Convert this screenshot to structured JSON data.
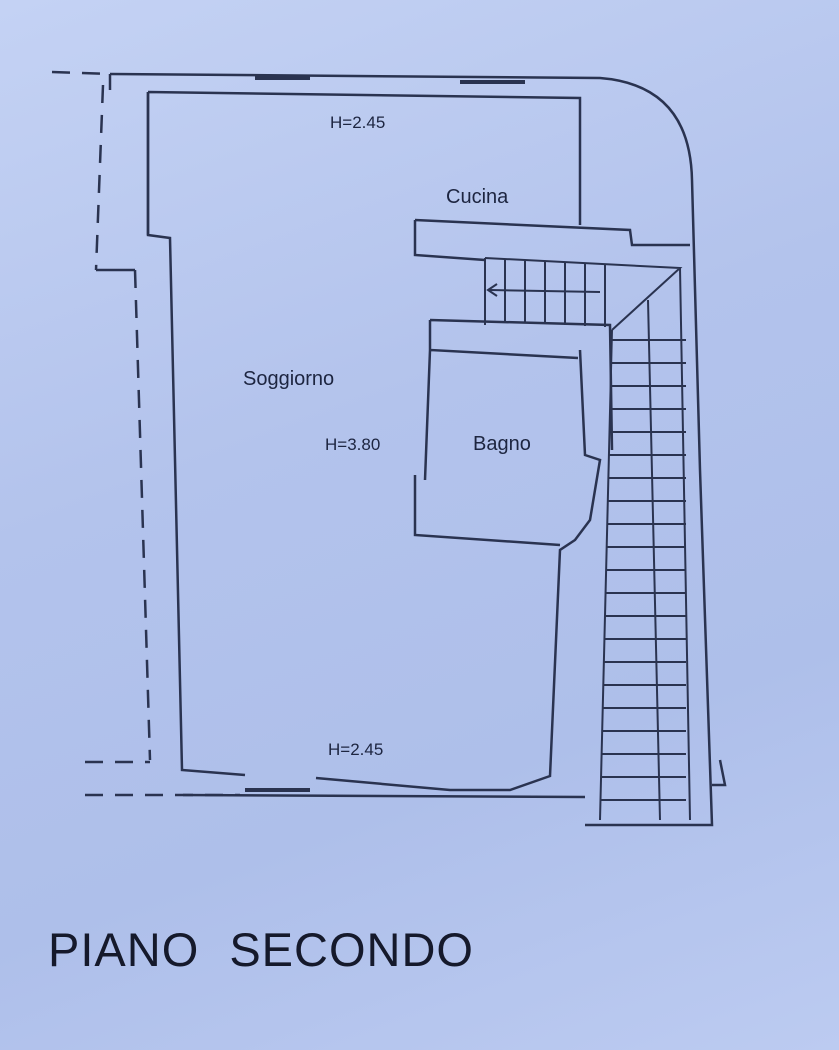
{
  "plan": {
    "rooms": {
      "cucina": "Cucina",
      "soggiorno": "Soggiorno",
      "bagno": "Bagno"
    },
    "heights": {
      "top": "H=2.45",
      "center": "H=3.80",
      "bottom": "H=2.45"
    },
    "title": "PIANO SECONDO"
  }
}
